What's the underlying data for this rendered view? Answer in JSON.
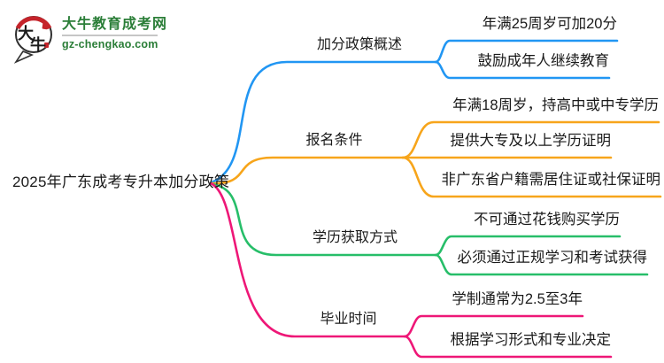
{
  "logo": {
    "badge_text_top": "大",
    "badge_text_bottom": "牛",
    "site_name": "大牛教育成考网",
    "site_url": "gz-chengkao.com",
    "brand_green": "#2b7e38",
    "seal_red": "#c5242b"
  },
  "mindmap": {
    "root": "2025年广东成考专升本加分政策",
    "text_color": "#1a1a1a",
    "branches": [
      {
        "label": "加分政策概述",
        "color": "#2196f3",
        "children": [
          "年满25周岁可加20分",
          "鼓励成年人继续教育"
        ]
      },
      {
        "label": "报名条件",
        "color": "#f7a51b",
        "children": [
          "年满18周岁，持高中或中专学历",
          "提供大专及以上学历证明",
          "非广东省户籍需居住证或社保证明"
        ]
      },
      {
        "label": "学历获取方式",
        "color": "#27be69",
        "children": [
          "不可通过花钱购买学历",
          "必须通过正规学习和考试获得"
        ]
      },
      {
        "label": "毕业时间",
        "color": "#ee1777",
        "children": [
          "学制通常为2.5至3年",
          "根据学习形式和专业决定"
        ]
      }
    ]
  }
}
